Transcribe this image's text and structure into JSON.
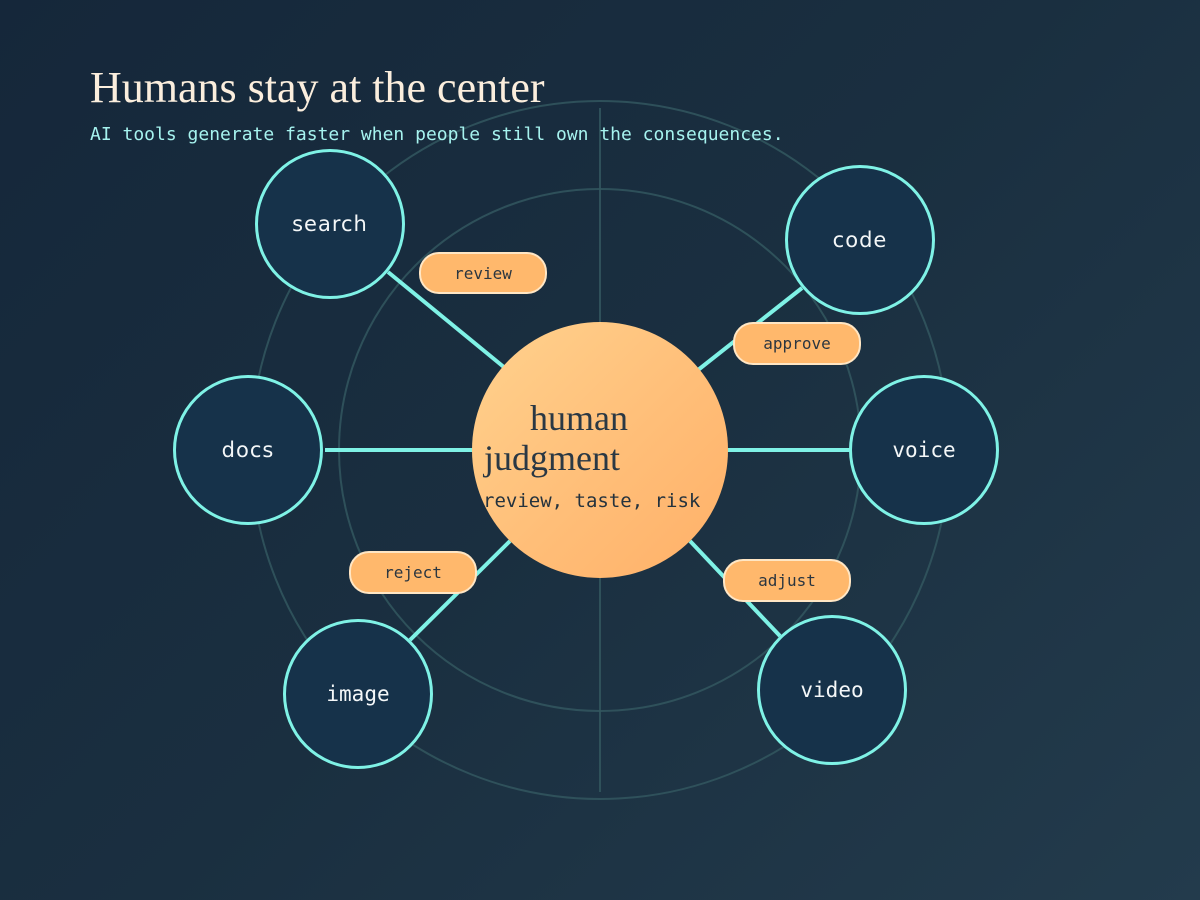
{
  "header": {
    "title": "Humans stay at the center",
    "subtitle": "AI tools generate faster when people still own the consequences."
  },
  "hub": {
    "title_line1": "human",
    "title_line2": "judgment",
    "subtitle": "review, taste, risk",
    "colors": {
      "from": "#ffd28e",
      "to": "#ffb068"
    }
  },
  "nodes": [
    {
      "id": "search",
      "label": "search"
    },
    {
      "id": "code",
      "label": "code"
    },
    {
      "id": "docs",
      "label": "docs"
    },
    {
      "id": "voice",
      "label": "voice"
    },
    {
      "id": "image",
      "label": "image"
    },
    {
      "id": "video",
      "label": "video"
    }
  ],
  "actions": [
    {
      "label": "review",
      "connects": "search"
    },
    {
      "label": "approve",
      "connects": "code"
    },
    {
      "label": "reject",
      "connects": "image"
    },
    {
      "label": "adjust",
      "connects": "video"
    }
  ],
  "colors": {
    "background": "#1a2f40",
    "node_fill": "#16324a",
    "node_stroke": "#7ff2e6",
    "connector": "#7ff2e6",
    "pill_fill": "#ffb86c",
    "ring": "#2f5560"
  }
}
